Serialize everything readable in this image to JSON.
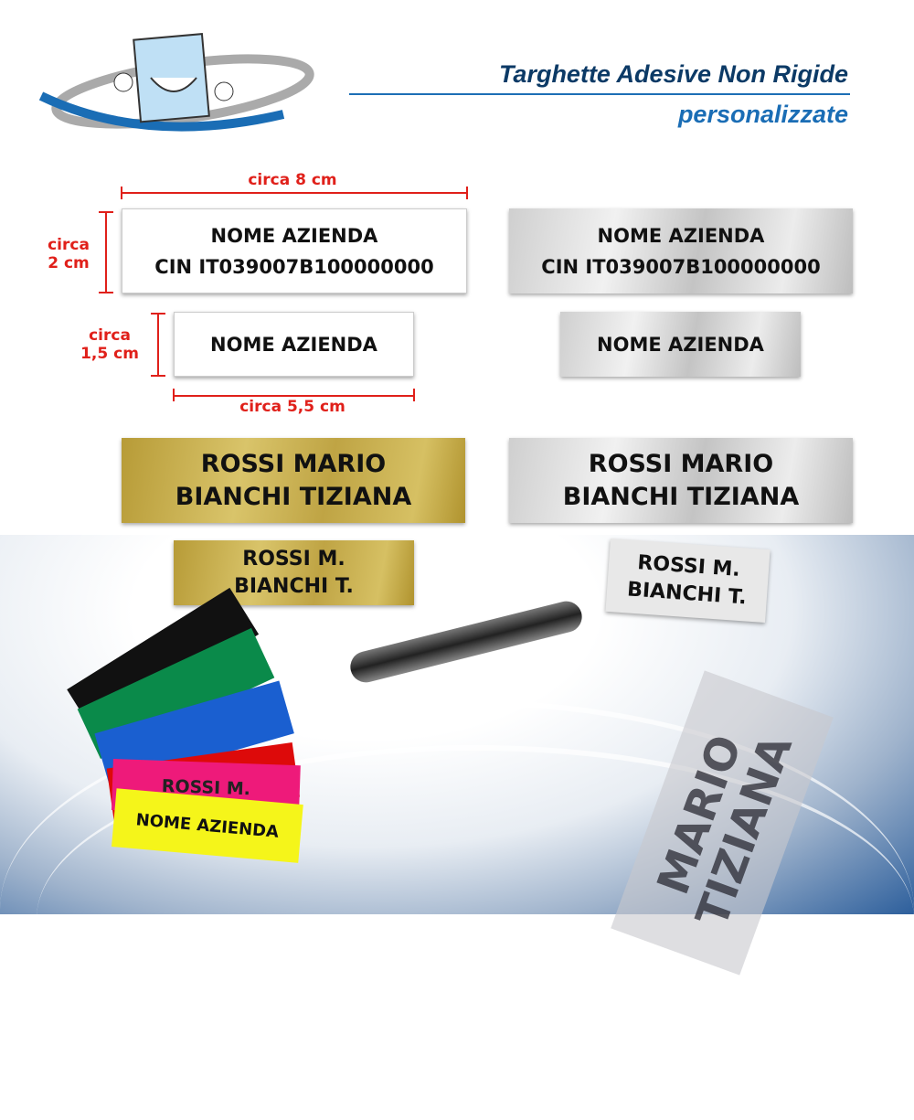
{
  "header": {
    "title": "Targhette Adesive Non Rigide",
    "subtitle": "personalizzate",
    "logo": "smiling-cartoon-mascot-logo"
  },
  "dimensions": {
    "width_large": "circa 8 cm",
    "height_large_1": "circa",
    "height_large_2": "2 cm",
    "height_small_1": "circa",
    "height_small_2": "1,5 cm",
    "width_small": "circa 5,5 cm"
  },
  "labels": {
    "white_large": [
      "NOME AZIENDA",
      "CIN IT039007B100000000"
    ],
    "silver_large": [
      "NOME AZIENDA",
      "CIN IT039007B100000000"
    ],
    "white_small": "NOME AZIENDA",
    "silver_small": "NOME AZIENDA",
    "gold_large": [
      "ROSSI MARIO",
      "BIANCHI TIZIANA"
    ],
    "silver_names": [
      "ROSSI MARIO",
      "BIANCHI TIZIANA"
    ],
    "gold_small": [
      "ROSSI M.",
      "BIANCHI T."
    ],
    "photo_label": [
      "ROSSI M.",
      "BIANCHI T."
    ],
    "pink_label": "ROSSI M.",
    "yellow_label": "NOME AZIENDA",
    "photo_blurred": [
      "MARIO",
      "TIZIANA"
    ]
  },
  "colors": {
    "title": "#0c3a66",
    "accent": "#1a6db5",
    "dimension": "#e0201a",
    "strips": [
      "#111111",
      "#0a8a4a",
      "#1a5fd0",
      "#dd0a0a",
      "#ee1a7a",
      "#f5f51a"
    ]
  }
}
